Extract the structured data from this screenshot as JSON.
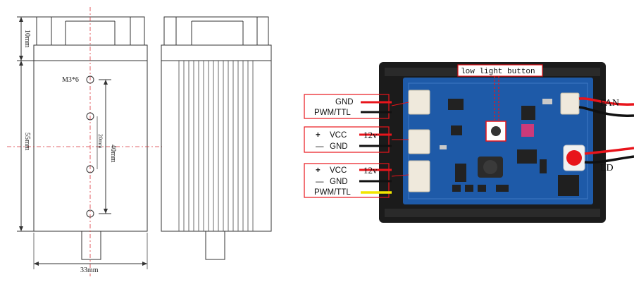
{
  "drawing": {
    "dim_top": "10mm",
    "dim_side": "55mm",
    "dim_holes": "40mm",
    "dim_pitch": "20mm",
    "dim_width": "33mm",
    "hole_label": "M3*6"
  },
  "board": {
    "callout": "low light button",
    "fan_label": "FAN",
    "ld_label": "LD",
    "connector1": {
      "line1": "GND",
      "line2": "PWM/TTL"
    },
    "connector2": {
      "plus": "+",
      "vcc": "VCC",
      "volt": "12v",
      "minus": "—",
      "gnd": "GND"
    },
    "connector3": {
      "plus": "+",
      "vcc": "VCC",
      "volt": "12v",
      "minus": "—",
      "gnd": "GND",
      "pwm": "PWM/TTL"
    }
  },
  "colors": {
    "red": "#e8141b",
    "black": "#111111",
    "yellow": "#f2e600",
    "pcb": "#1e5aa8",
    "heatsink": "#1b1b1b",
    "centerline": "#d9353b"
  }
}
